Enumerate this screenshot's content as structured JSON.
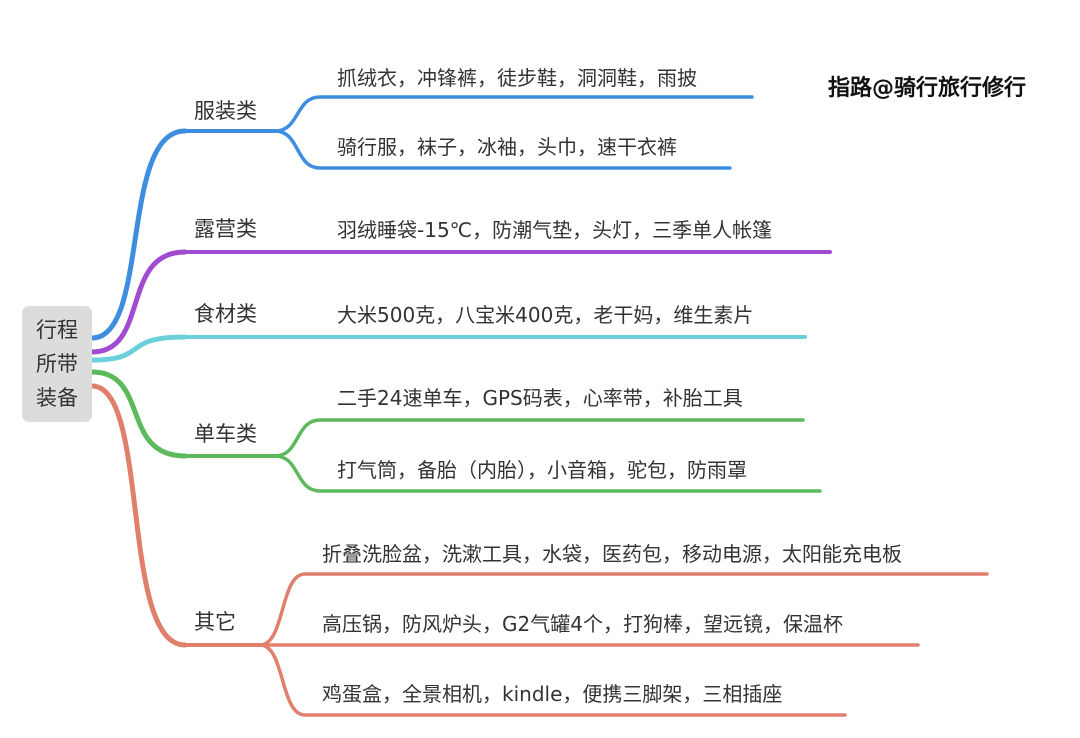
{
  "root": {
    "lines": [
      "行程",
      "所带",
      "装备"
    ]
  },
  "watermark": "指路@骑行旅行修行",
  "categories": [
    {
      "label": "服装类",
      "color": "#3e8ddf",
      "items": [
        "抓绒衣，冲锋裤，徒步鞋，洞洞鞋，雨披",
        "骑行服，袜子，冰袖，头巾，速干衣裤"
      ]
    },
    {
      "label": "露营类",
      "color": "#a14bd3",
      "items": [
        "羽绒睡袋-15℃，防潮气垫，头灯，三季单人帐篷"
      ]
    },
    {
      "label": "食材类",
      "color": "#6ccfdc",
      "items": [
        "大米500克，八宝米400克，老干妈，维生素片"
      ]
    },
    {
      "label": "单车类",
      "color": "#5cb95c",
      "items": [
        "二手24速单车，GPS码表，心率带，补胎工具",
        "打气筒，备胎（内胎），小音箱，驼包，防雨罩"
      ]
    },
    {
      "label": "其它",
      "color": "#e07f6c",
      "items": [
        "折叠洗脸盆，洗漱工具，水袋，医药包，移动电源，太阳能充电板",
        "高压锅，防风炉头，G2气罐4个，打狗棒，望远镜，保温杯",
        "鸡蛋盒，全景相机，kindle，便携三脚架，三相插座"
      ]
    }
  ]
}
